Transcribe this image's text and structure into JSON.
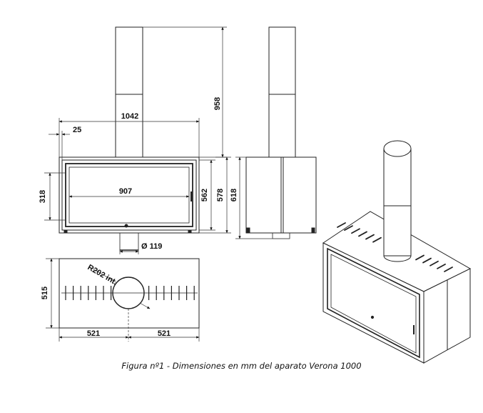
{
  "front_view": {
    "width_total": "1042",
    "offset_left": "25",
    "chimney_height": "958",
    "window_width": "907",
    "window_height": "318",
    "body_height_inner": "562",
    "body_height": "578",
    "flue_diameter": "Ø 119"
  },
  "side_view": {
    "height": "618"
  },
  "top_view": {
    "depth": "515",
    "radius": "R202 int.",
    "half_left": "521",
    "half_right": "521"
  },
  "caption": "Figura nº1 - Dimensiones en mm del aparato Verona 1000"
}
